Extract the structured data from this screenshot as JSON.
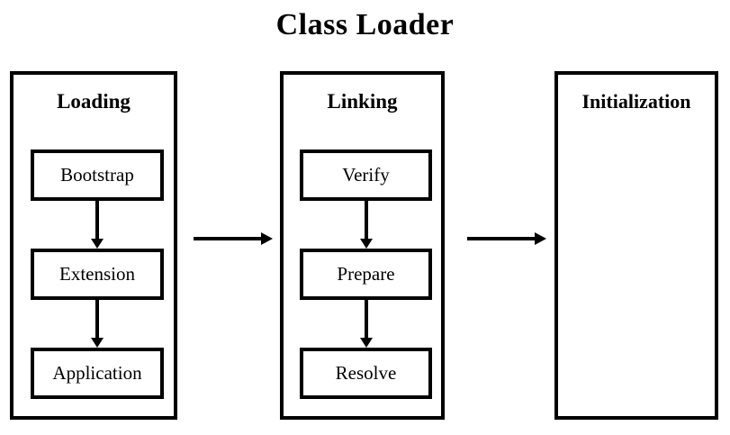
{
  "diagram": {
    "title": "Class Loader",
    "background_color": "#ffffff",
    "line_color": "#000000",
    "stages": [
      {
        "id": "loading",
        "label": "Loading",
        "steps": [
          {
            "label": "Bootstrap"
          },
          {
            "label": "Extension"
          },
          {
            "label": "Application"
          }
        ]
      },
      {
        "id": "linking",
        "label": "Linking",
        "steps": [
          {
            "label": "Verify"
          },
          {
            "label": "Prepare"
          },
          {
            "label": "Resolve"
          }
        ]
      },
      {
        "id": "initialization",
        "label": "Initialization",
        "steps": []
      }
    ],
    "connectors": {
      "stage_to_stage": [
        {
          "from": "loading",
          "to": "linking",
          "type": "arrow-right"
        },
        {
          "from": "linking",
          "to": "initialization",
          "type": "arrow-right"
        }
      ],
      "step_to_step": [
        {
          "from": "Bootstrap",
          "to": "Extension",
          "type": "arrow-down"
        },
        {
          "from": "Extension",
          "to": "Application",
          "type": "arrow-down"
        },
        {
          "from": "Verify",
          "to": "Prepare",
          "type": "arrow-down"
        },
        {
          "from": "Prepare",
          "to": "Resolve",
          "type": "arrow-down"
        }
      ]
    }
  }
}
